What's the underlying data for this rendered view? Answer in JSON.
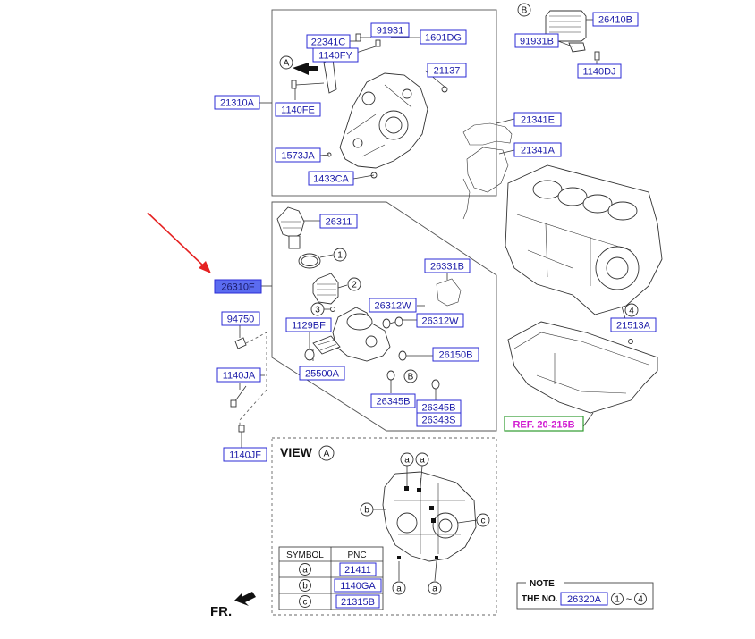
{
  "parts": {
    "p91931a": "91931",
    "p1601dg": "1601DG",
    "p22341c": "22341C",
    "p1140fy": "1140FY",
    "p21137": "21137",
    "p21310a": "21310A",
    "p1140fe": "1140FE",
    "p1573ja": "1573JA",
    "p1433ca": "1433CA",
    "p26410b": "26410B",
    "p91931b": "91931B",
    "p1140dj": "1140DJ",
    "p21341e": "21341E",
    "p21341a": "21341A",
    "p26311": "26311",
    "p26310f": "26310F",
    "p26331b": "26331B",
    "p26312w_1": "26312W",
    "p26312w_2": "26312W",
    "p94750": "94750",
    "p1129bf": "1129BF",
    "p26150b": "26150B",
    "p25500a": "25500A",
    "p1140ja": "1140JA",
    "p26345b_1": "26345B",
    "p26345b_2": "26345B",
    "p26343s": "26343S",
    "p21513a": "21513A",
    "p1140jf": "1140JF"
  },
  "callouts": {
    "a": "a",
    "b": "b",
    "c": "c",
    "A": "A",
    "B": "B",
    "n1": "1",
    "n2": "2",
    "n3": "3",
    "n4": "4"
  },
  "ref_label": "REF. 20-215B",
  "view_title": "VIEW",
  "view_letter": "A",
  "direction_label": "FR.",
  "symbol_table": {
    "headers": [
      "SYMBOL",
      "PNC"
    ],
    "rows": [
      {
        "symbol": "a",
        "pnc": "21411"
      },
      {
        "symbol": "b",
        "pnc": "1140GA"
      },
      {
        "symbol": "c",
        "pnc": "21315B"
      }
    ]
  },
  "note": {
    "title": "NOTE",
    "prefix": "THE NO.",
    "pnc": "26320A",
    "range_from": "1",
    "range_sep": "~",
    "range_to": "4"
  },
  "colors": {
    "label_border": "#2b2bd6",
    "label_text": "#1a1aa8",
    "highlight_fill": "#5b6cf0",
    "arrow": "#e52222",
    "ref_text": "#d11bd1",
    "ref_border": "#2e9b2e"
  }
}
